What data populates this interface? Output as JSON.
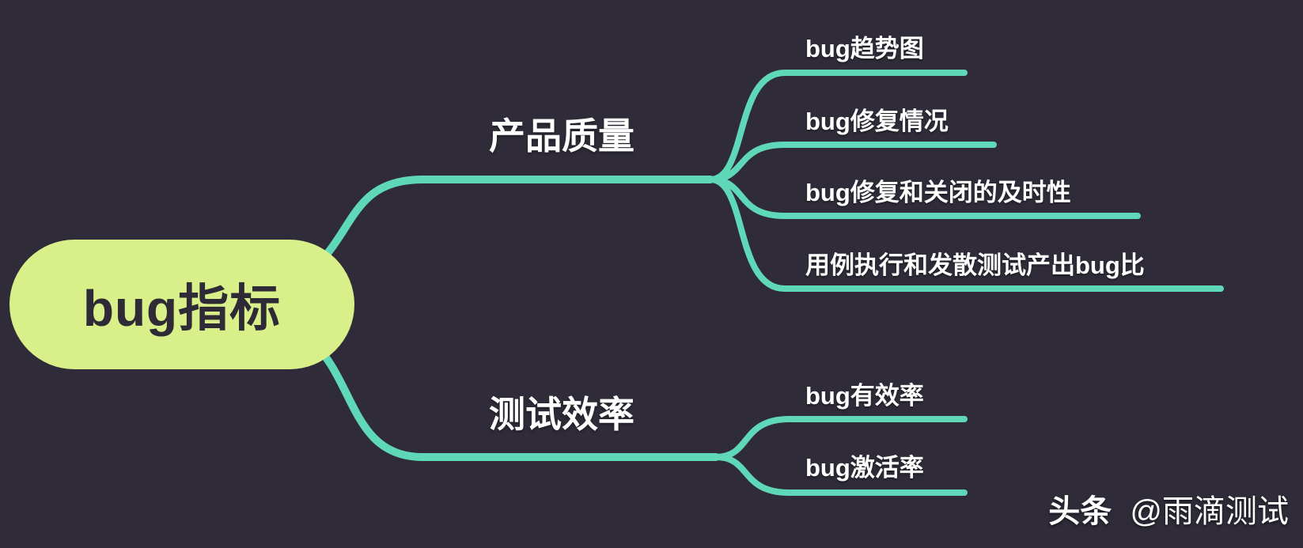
{
  "meta": {
    "background_color": "#2f2b38",
    "line_color": "#5fd8b8",
    "root_fill_color": "#d9f08a",
    "root_text_color": "#2e2a36",
    "label_text_color": "#ffffff"
  },
  "mindmap": {
    "root": {
      "label": "bug指标"
    },
    "branches": [
      {
        "label": "产品质量",
        "children": [
          {
            "label": "bug趋势图"
          },
          {
            "label": "bug修复情况"
          },
          {
            "label": "bug修复和关闭的及时性"
          },
          {
            "label": "用例执行和发散测试产出bug比"
          }
        ]
      },
      {
        "label": "测试效率",
        "children": [
          {
            "label": "bug有效率"
          },
          {
            "label": "bug激活率"
          }
        ]
      }
    ]
  },
  "watermark": {
    "prefix": "头条",
    "handle": "@雨滴测试"
  }
}
